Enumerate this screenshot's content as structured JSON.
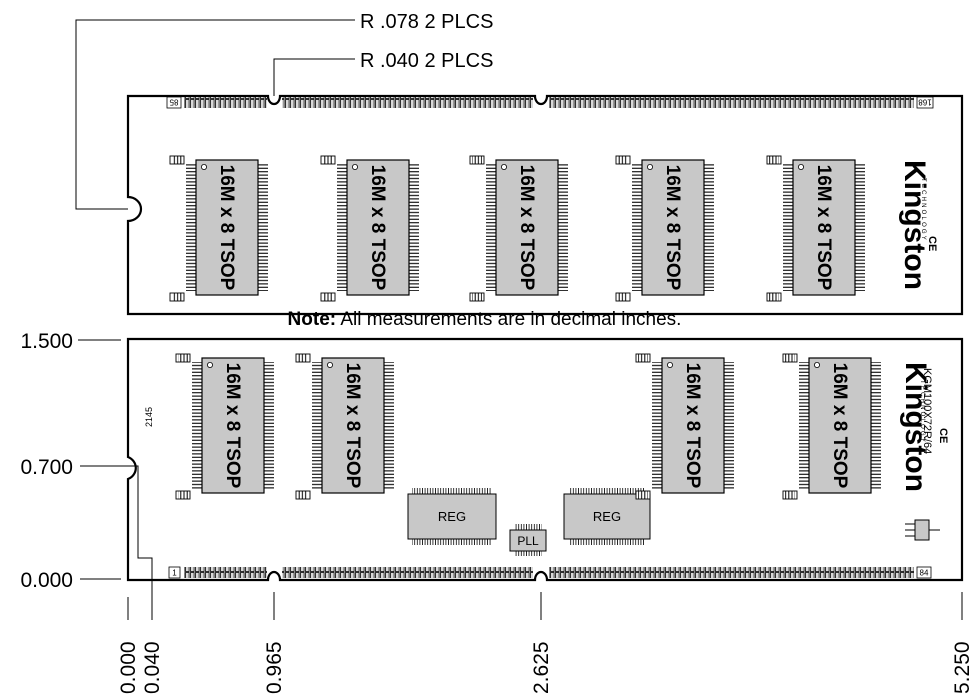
{
  "callouts": {
    "radius_outer": "R .078  2 PLCS",
    "radius_inner": "R .040  2 PLCS"
  },
  "note": {
    "prefix": "Note:",
    "text": " All measurements are in decimal inches."
  },
  "chip_label": "16M x 8 TSOP",
  "brand": {
    "logo": "Kingston",
    "sub": "TECHNOLOGY",
    "ce": "CE",
    "part": "KGM100X72R/64"
  },
  "pins": {
    "top_left": "85",
    "top_right": "168",
    "bottom_left": "1",
    "bottom_right": "84"
  },
  "serial": "2145",
  "components": {
    "reg": "REG",
    "pll": "PLL"
  },
  "vertical_dims": [
    "1.500",
    "0.700",
    "0.000"
  ],
  "horizontal_dims": [
    "0.000",
    "0.040",
    "0.965",
    "2.625",
    "5.250"
  ]
}
